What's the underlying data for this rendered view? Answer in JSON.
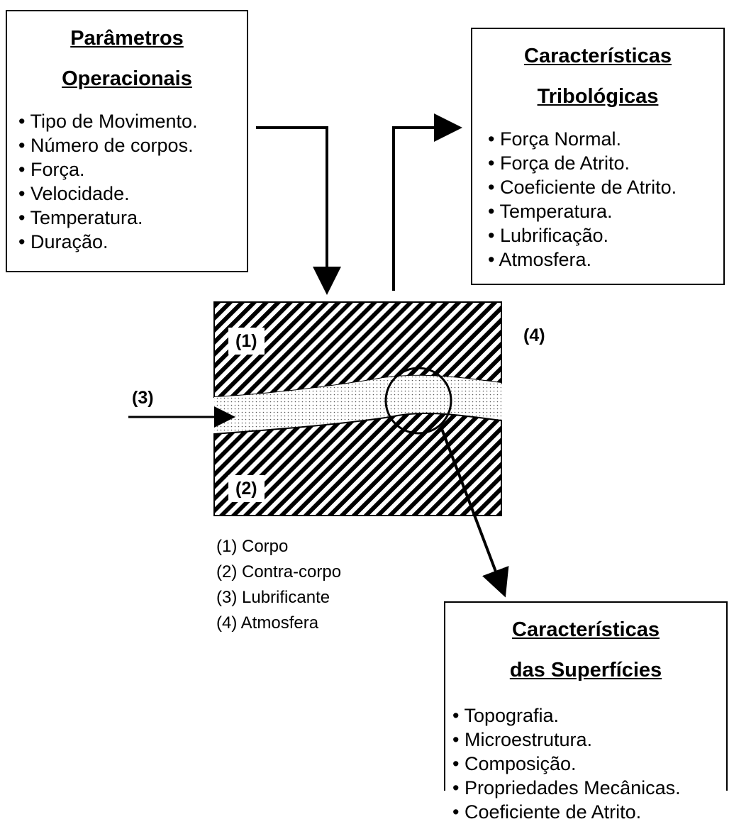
{
  "operational": {
    "title_line1": "Parâmetros",
    "title_line2": "Operacionais",
    "items": [
      "Tipo de Movimento.",
      "Número de corpos.",
      "Força.",
      "Velocidade.",
      "Temperatura.",
      "Duração."
    ]
  },
  "tribological": {
    "title_line1": "Características",
    "title_line2": "Tribológicas",
    "items": [
      "Força Normal.",
      "Força de Atrito.",
      "Coeficiente de Atrito.",
      "Temperatura.",
      "Lubrificação.",
      "Atmosfera."
    ]
  },
  "surfaces": {
    "title_line1": "Características",
    "title_line2": "das Superfícies",
    "items": [
      "Topografia.",
      "Microestrutura.",
      "Composição.",
      "Propriedades Mecânicas.",
      "Coeficiente de Atrito."
    ]
  },
  "labels": {
    "body": "(1)",
    "counterbody": "(2)",
    "lubricant": "(3)",
    "atmosphere": "(4)"
  },
  "legend": [
    "(1) Corpo",
    "(2) Contra-corpo",
    "(3) Lubrificante",
    "(4) Atmosfera"
  ]
}
